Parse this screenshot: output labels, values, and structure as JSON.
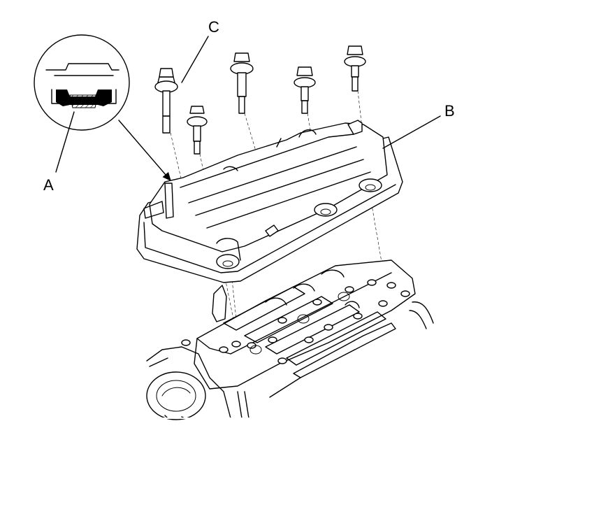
{
  "callouts": {
    "a": "A",
    "b": "B",
    "c": "C"
  },
  "colors": {
    "line": "#000000",
    "background": "#ffffff",
    "seal_fill": "#000000"
  }
}
